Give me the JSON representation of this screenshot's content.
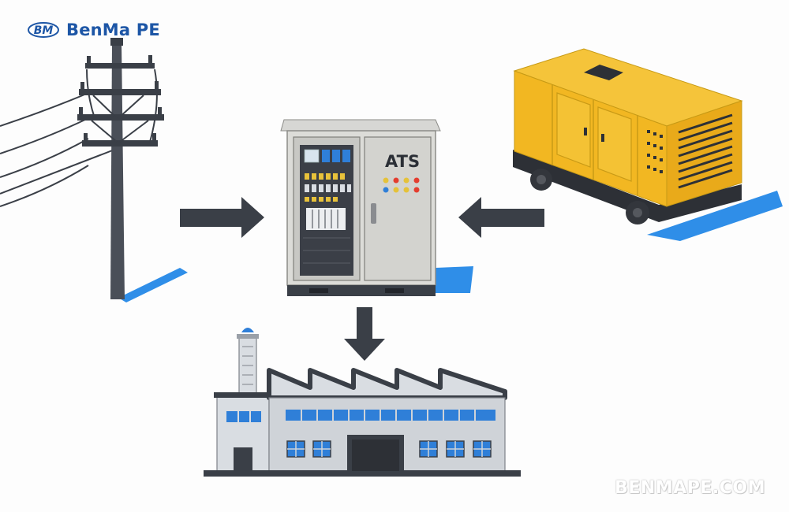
{
  "brand": {
    "logo_text": "BenMa PE",
    "logo_mark": "BM",
    "accent_color": "#1d56a6"
  },
  "nodes": {
    "utility_pole": {
      "icon": "utility-pole-icon"
    },
    "generator": {
      "icon": "diesel-generator-icon",
      "color": "#f2be2c"
    },
    "ats_cabinet": {
      "icon": "ats-cabinet-icon",
      "label": "ATS"
    },
    "factory": {
      "icon": "factory-icon"
    }
  },
  "arrows": [
    {
      "from": "utility_pole",
      "to": "ats_cabinet"
    },
    {
      "from": "generator",
      "to": "ats_cabinet"
    },
    {
      "from": "ats_cabinet",
      "to": "factory"
    }
  ],
  "watermark": "BENMAPE.COM"
}
